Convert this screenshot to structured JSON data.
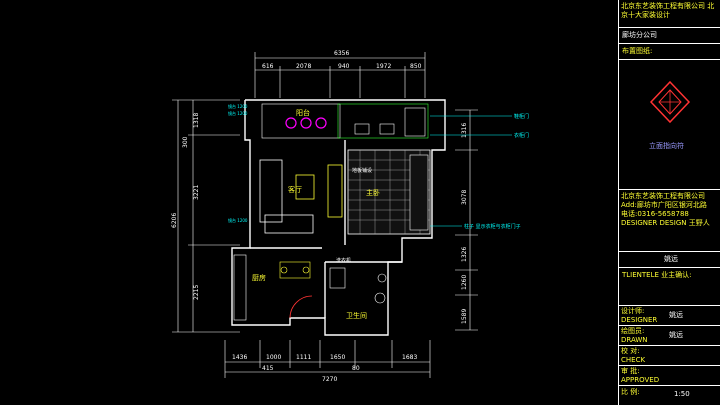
{
  "plan": {
    "dims_top": [
      "6356",
      "616",
      "2078",
      "940",
      "1972",
      "850"
    ],
    "dims_bottom_1": [
      "1436",
      "1000",
      "1111",
      "1650",
      "1683"
    ],
    "dims_bottom_2": [
      "415",
      "7270",
      "80"
    ],
    "dims_left": [
      "300",
      "1318",
      "6206",
      "3221",
      "2215"
    ],
    "dims_right": [
      "1316",
      "3078",
      "1326",
      "1260",
      "1589"
    ],
    "rooms": {
      "balcony": "阳台",
      "living": "客厅",
      "master": "主卧",
      "kitchen": "厨房",
      "bath": "卫生间",
      "laundry": "洗衣机",
      "floor": "地板铺设"
    },
    "callouts": [
      "鞋柜门",
      "衣柜门",
      "柱子 显示衣柜与衣柜门子"
    ],
    "small_notes": [
      "镜台 1200",
      "镜台 1200",
      "镜台 1200"
    ]
  },
  "title_block": {
    "company_top": "北京东艺装饰工程有限公司 北京十大家装设计",
    "branch": "廊坊分公司",
    "project_label": "布置图纸:",
    "view_label": "立面指向符",
    "company_name": "北京东艺装饰工程有限公司",
    "address": "Add:廊坊市广阳区银河北路",
    "phone": "电话:0316-5658788",
    "designer_line": "DESIGNER DESIGN 王野人",
    "designer_name": "姚远",
    "client_line": "TLIENTELE 业主确认:",
    "rows": [
      {
        "label": "设计师:",
        "en": "DESIGNER",
        "value": "姚远"
      },
      {
        "label": "绘图员:",
        "en": "DRAWN",
        "value": "姚远"
      },
      {
        "label": "校 对:",
        "en": "CHECK",
        "value": ""
      },
      {
        "label": "审 批:",
        "en": "APPROVED",
        "value": ""
      },
      {
        "label": "比 例:",
        "en": "",
        "value": "1:50"
      }
    ]
  },
  "colors": {
    "wall": "#ffffff",
    "dim": "#ffffff",
    "furniture": "#ffff33",
    "accent": "#ff3333",
    "magenta": "#ff00ff",
    "cyan": "#00ffff",
    "green": "#33ff33"
  }
}
